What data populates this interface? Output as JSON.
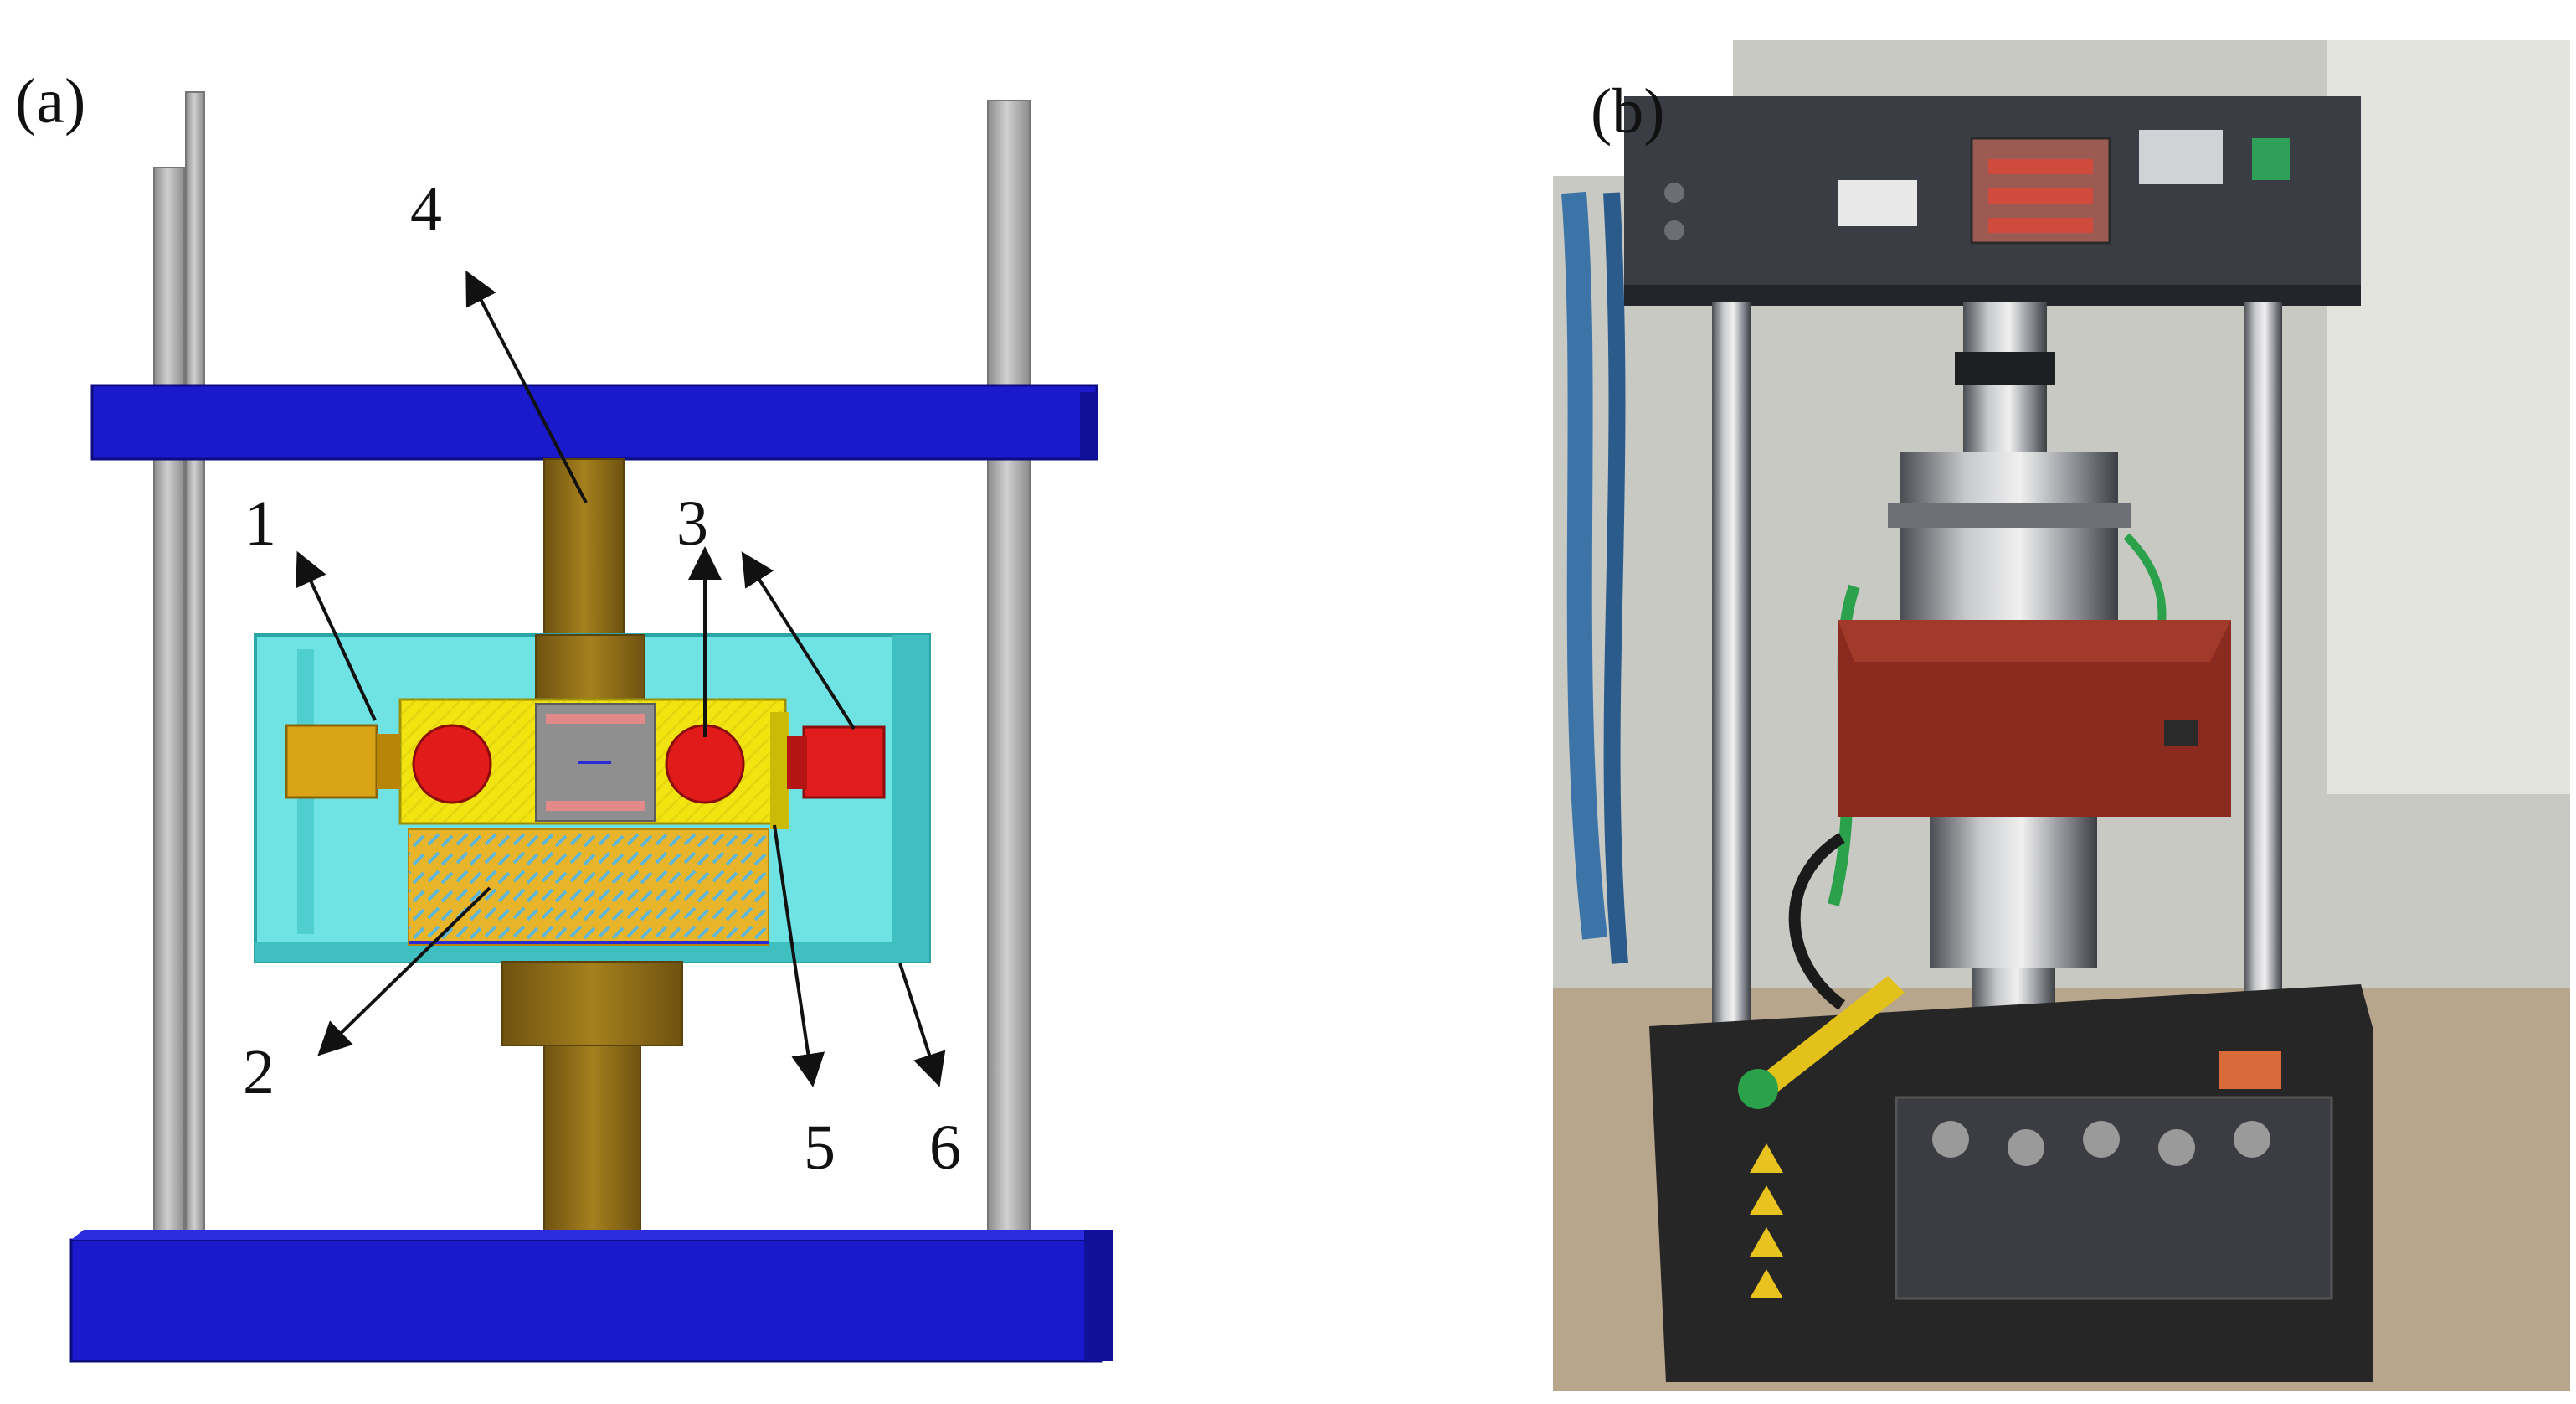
{
  "panels": {
    "a": {
      "label": "(a)"
    },
    "b": {
      "label": "(b)"
    }
  },
  "callouts": [
    "1",
    "2",
    "3",
    "4",
    "5",
    "6"
  ],
  "colors": {
    "frame_plate": "#1a1acc",
    "column": "#a9a9a9",
    "piston": "#8b6914",
    "box": "#6fe3e3",
    "clamp": "#f2e411",
    "sphere": "#e11a1a",
    "left_actuator": "#d9a416",
    "right_actuator": "#e01c1c",
    "mesh": "#e8b52a",
    "center_block": "#8f8f8f"
  },
  "photo": {
    "machine_frame": "#3a3d44",
    "specimen_box": "#8b2a1e",
    "base": "#262626",
    "background": "#c9c9c4"
  }
}
